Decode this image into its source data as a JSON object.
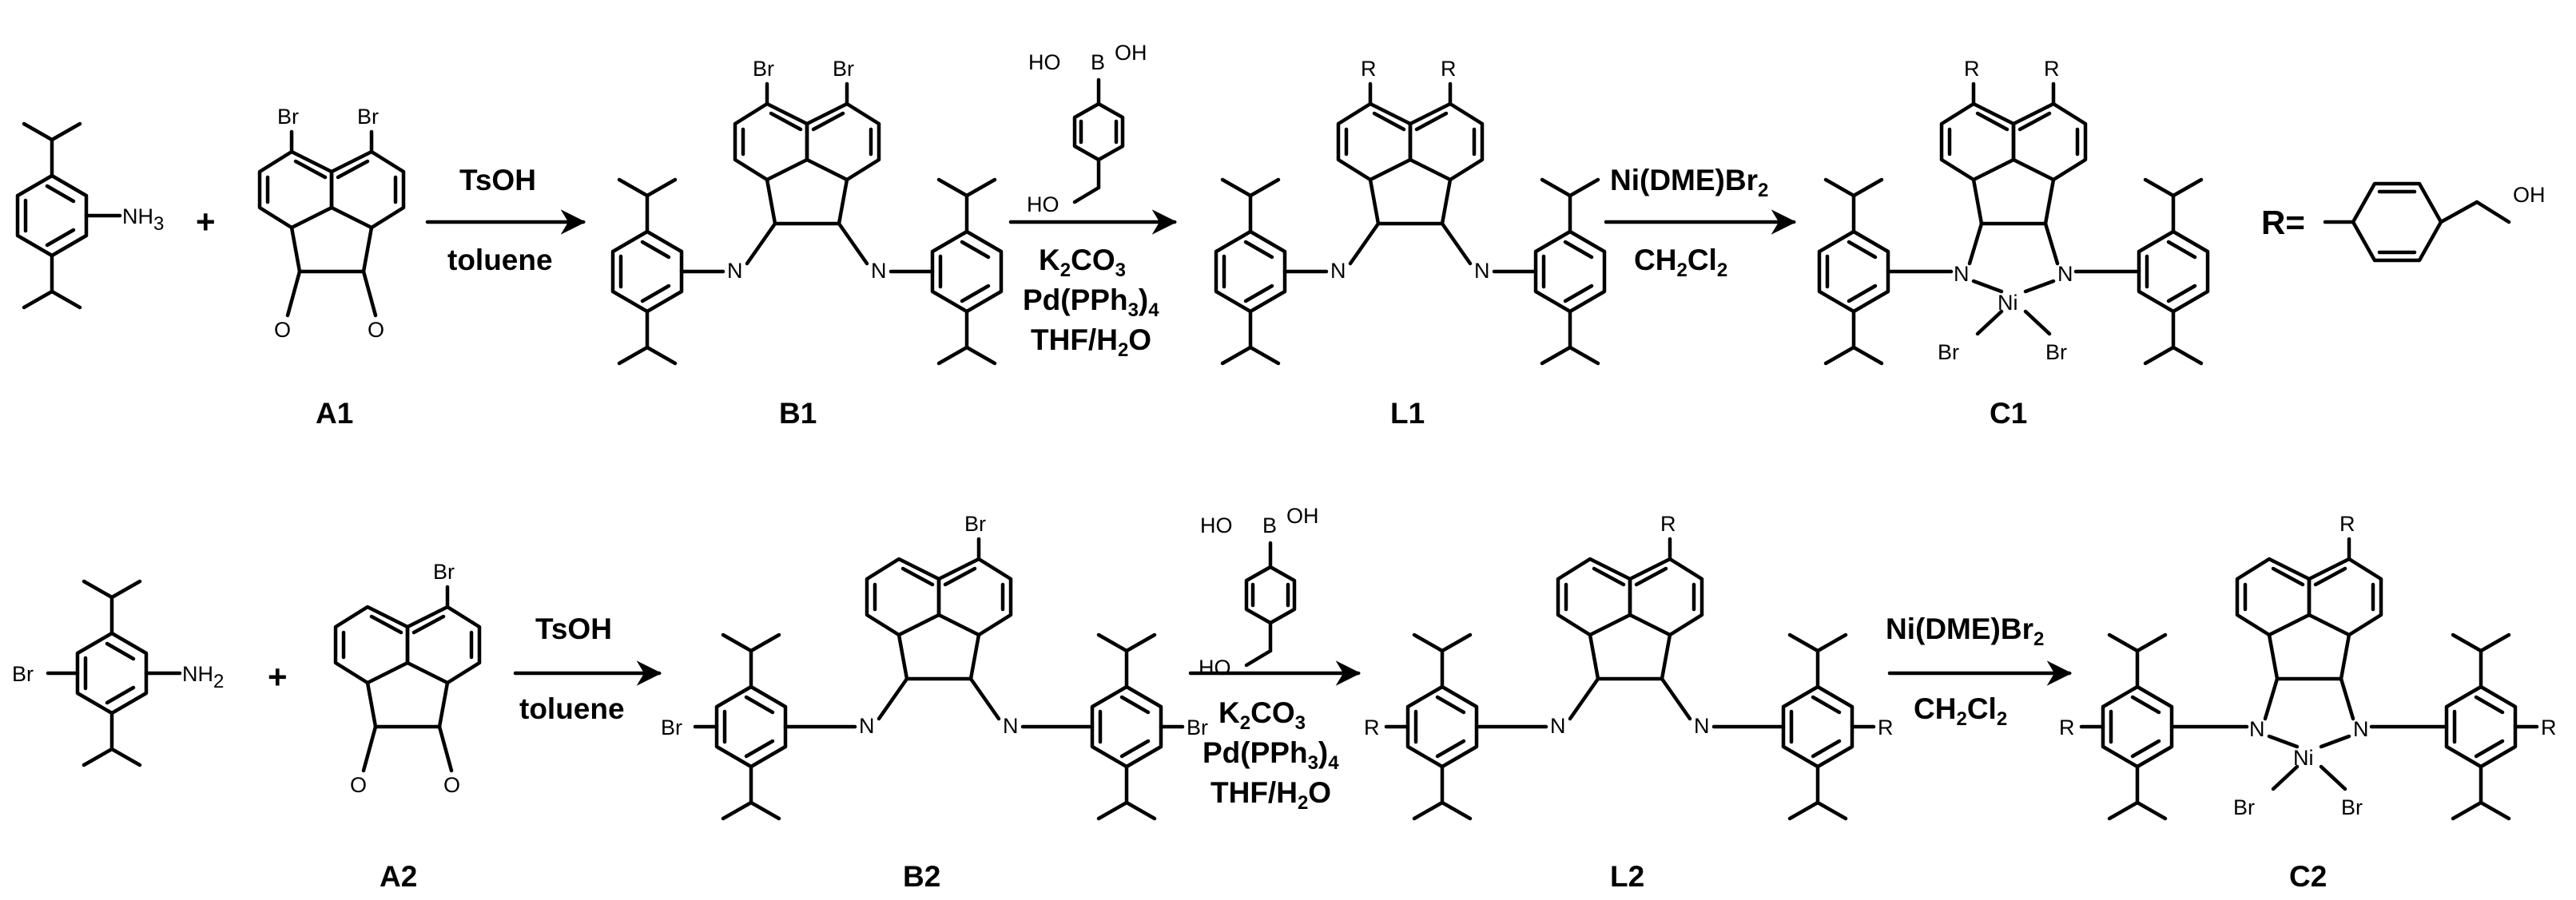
{
  "compounds": {
    "A1": "A1",
    "B1": "B1",
    "L1": "L1",
    "C1": "C1",
    "A2": "A2",
    "B2": "B2",
    "L2": "L2",
    "C2": "C2"
  },
  "atoms": {
    "nh": "NH",
    "three": "3",
    "two": "2",
    "plus": "+",
    "br": "Br",
    "o": "O",
    "n": "N",
    "ni": "Ni",
    "r": "R",
    "ho_b": "HO",
    "b": "B",
    "oh": "OH",
    "ho": "HO",
    "r_eq": "R=",
    "oh_r": "OH"
  },
  "reagents": {
    "step1_above": "TsOH",
    "step1_below": "toluene",
    "step2_k2co3": [
      "K",
      "2",
      "CO",
      "3"
    ],
    "step2_pd": [
      "Pd(PPh",
      "3",
      ")",
      "4"
    ],
    "step2_solvent": [
      "THF/H",
      "2",
      "O"
    ],
    "step3_above": [
      "Ni(DME)Br",
      "2"
    ],
    "step3_below": [
      "CH",
      "2",
      "Cl",
      "2"
    ]
  }
}
